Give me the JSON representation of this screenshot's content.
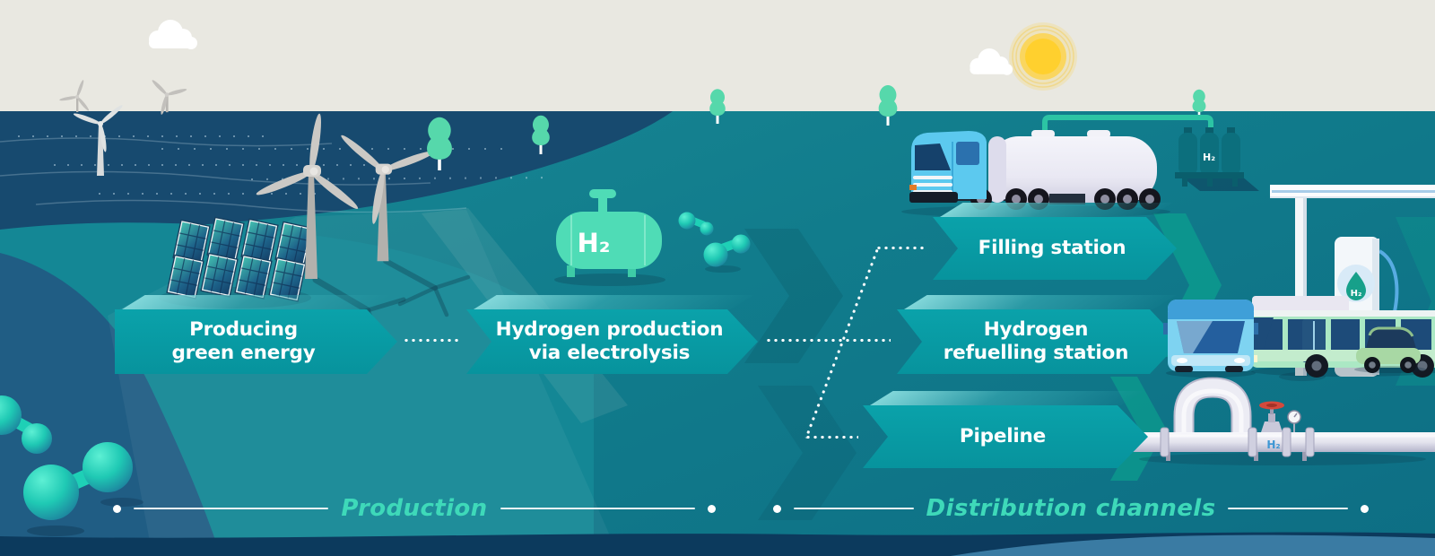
{
  "flow": {
    "steps": [
      {
        "id": "producing-green-energy",
        "group": "production",
        "line1": "Producing",
        "line2": "green energy"
      },
      {
        "id": "hydrogen-production-via-electrolysis",
        "group": "production",
        "line1": "Hydrogen production",
        "line2": "via electrolysis"
      },
      {
        "id": "filling-station",
        "group": "distribution",
        "line1": "Filling station",
        "line2": ""
      },
      {
        "id": "hydrogen-refuelling-station",
        "group": "distribution",
        "line1": "Hydrogen",
        "line2": "refuelling station"
      },
      {
        "id": "pipeline",
        "group": "distribution",
        "line1": "Pipeline",
        "line2": ""
      }
    ]
  },
  "sections": {
    "production": "Production",
    "distribution": "Distribution channels"
  },
  "hydrogen_labels": {
    "tank": "H₂",
    "storage": "H₂",
    "dispenser": "H₂",
    "pipeline": "H₂"
  },
  "colors": {
    "sky": "#e9e8e1",
    "sea": "#174a6f",
    "land": "#117c8c",
    "arrow": "#089aa2",
    "section_label": "#3ed9b9",
    "mint": "#4fdcb6",
    "pipe_accent": "#2cc4a4",
    "sun": "#ffd02e",
    "deep_blue": "#205d84"
  }
}
